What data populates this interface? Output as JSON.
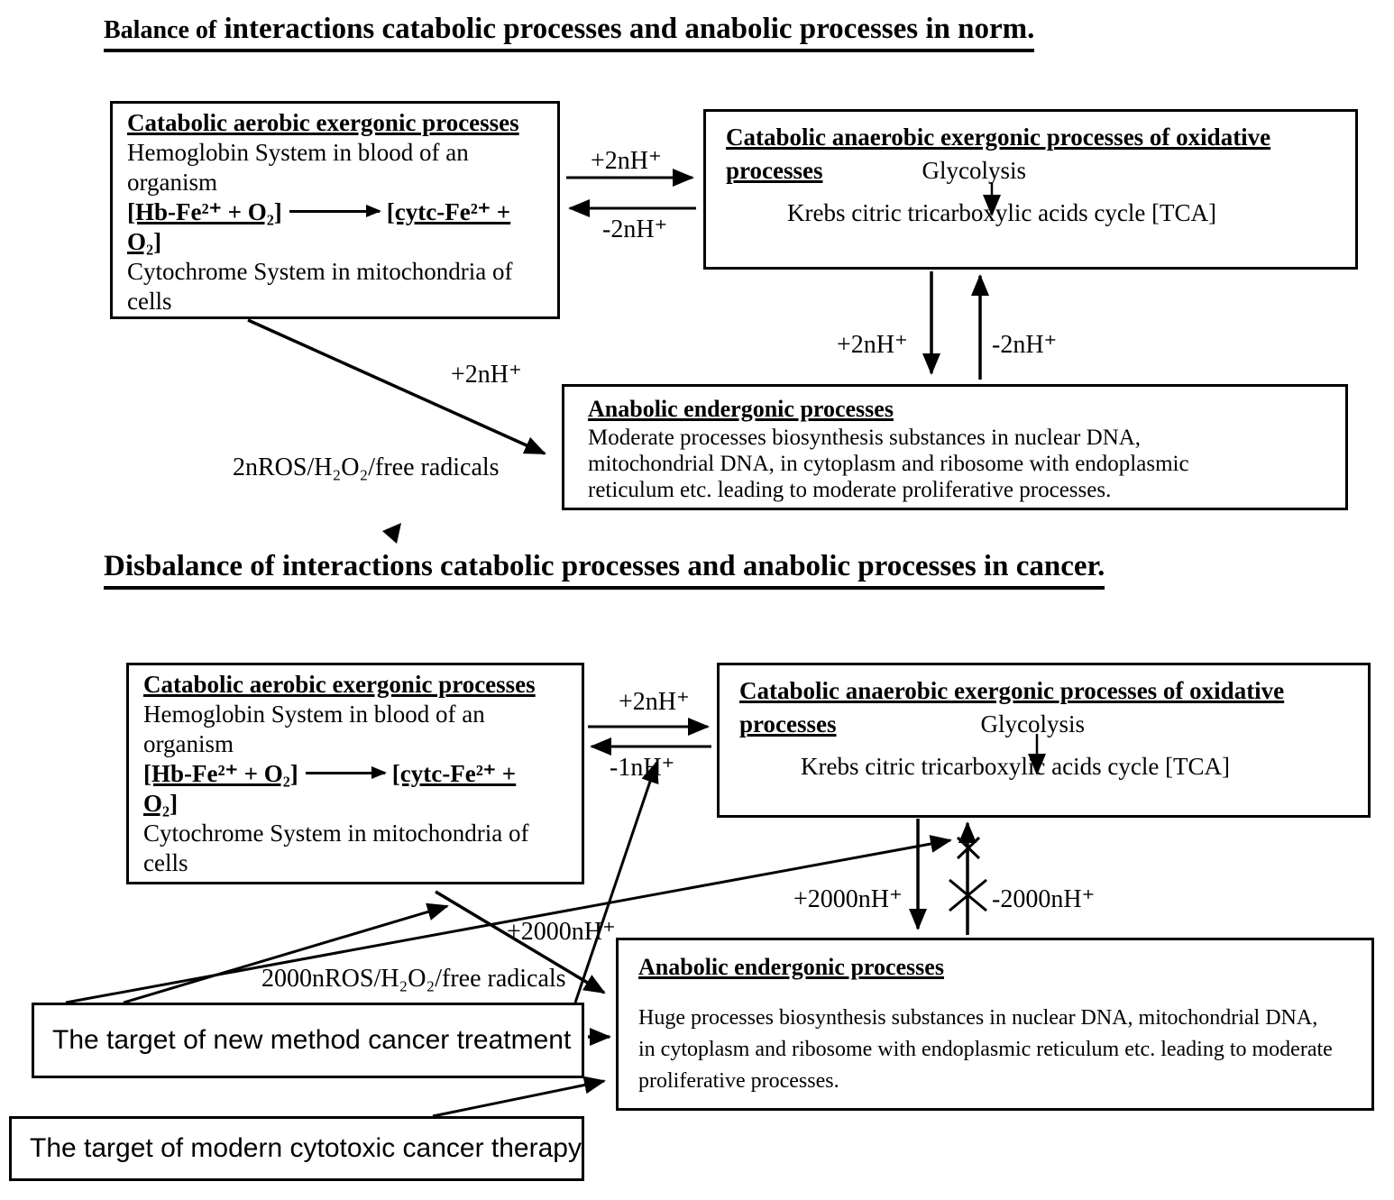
{
  "titles": {
    "norm_prefix": "Balance of",
    "norm_main": " interactions catabolic processes and anabolic processes in norm.",
    "cancer": "Disbalance of interactions catabolic processes and anabolic processes in cancer."
  },
  "boxes": {
    "catabolic_aerobic": {
      "heading": "Catabolic aerobic exergonic processes",
      "line1": "Hemoglobin System in blood of an",
      "line2": "organism",
      "rx_left": "[Hb-Fe²⁺ + O₂]",
      "rx_right": "[cytc-Fe²⁺ +",
      "rx_cont": "O₂]",
      "line3": "Cytochrome System in mitochondria of",
      "line4": "cells"
    },
    "catabolic_anaerobic": {
      "heading_line1": "Catabolic anaerobic exergonic processes of oxidative",
      "heading_line2": "processes",
      "glycolysis": "Glycolysis",
      "krebs": "Krebs citric tricarboxylic acids cycle [TCA]"
    },
    "anabolic_norm": {
      "heading": "Anabolic endergonic processes",
      "lines": [
        "Moderate processes biosynthesis substances in nuclear DNA,",
        "mitochondrial DNA, in cytoplasm and ribosome with endoplasmic",
        "reticulum etc. leading to moderate proliferative processes."
      ]
    },
    "anabolic_cancer": {
      "heading": "Anabolic endergonic processes",
      "lines": [
        "Huge processes biosynthesis substances in nuclear DNA, mitochondrial DNA,",
        "in cytoplasm and ribosome with endoplasmic reticulum etc. leading to moderate",
        "proliferative processes."
      ]
    },
    "target_new": {
      "label": "The target of new method cancer treatment"
    },
    "target_modern": {
      "label": "The target of modern cytotoxic cancer therapy"
    }
  },
  "labels": {
    "norm": {
      "h_forward": "+2nH⁺",
      "h_back": "-2nH⁺",
      "v_down": "+2nH⁺",
      "v_up": "-2nH⁺",
      "diag": "+2nH⁺",
      "ros": "2nROS/H₂O₂/free radicals"
    },
    "cancer": {
      "h_forward": "+2nH⁺",
      "h_back": "-1nH⁺",
      "v_down": "+2000nH⁺",
      "v_up": "-2000nH⁺",
      "diag": "+2000nH⁺",
      "ros": "2000nROS/H₂O₂/free radicals"
    }
  },
  "colors": {
    "ink": "#000000",
    "paper": "#ffffff"
  }
}
